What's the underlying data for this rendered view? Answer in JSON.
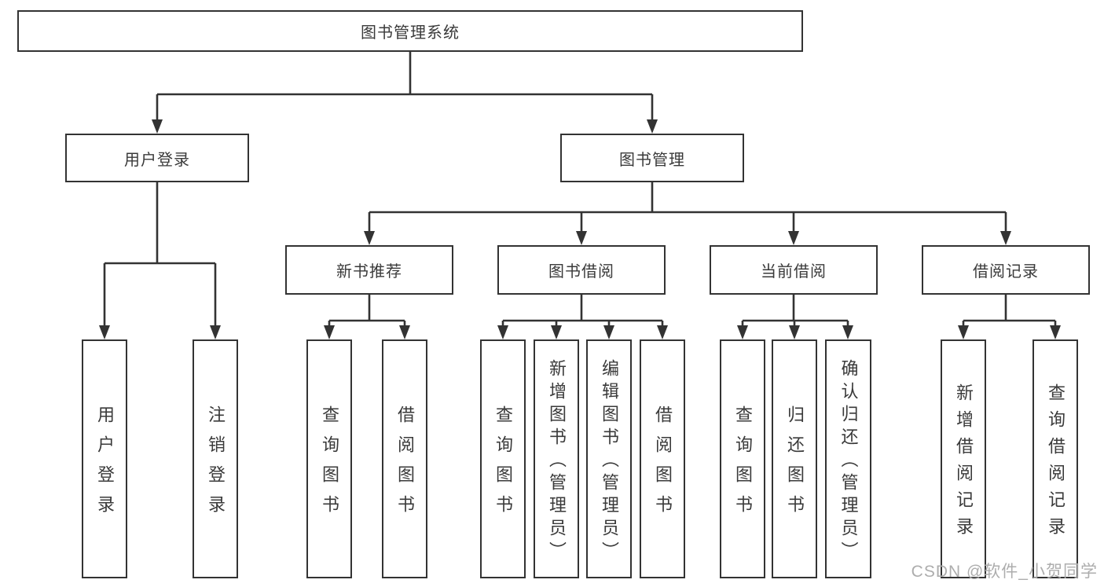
{
  "tree": {
    "root": {
      "label": "图书管理系统"
    },
    "children": [
      {
        "label": "用户登录",
        "children": [
          {
            "label": "用户登录"
          },
          {
            "label": "注销登录"
          }
        ]
      },
      {
        "label": "图书管理",
        "children": [
          {
            "label": "新书推荐",
            "children": [
              {
                "label": "查询图书"
              },
              {
                "label": "借阅图书"
              }
            ]
          },
          {
            "label": "图书借阅",
            "children": [
              {
                "label": "查询图书"
              },
              {
                "label": "新增图书（管理员）"
              },
              {
                "label": "编辑图书（管理员）"
              },
              {
                "label": "借阅图书"
              }
            ]
          },
          {
            "label": "当前借阅",
            "children": [
              {
                "label": "查询图书"
              },
              {
                "label": "归还图书"
              },
              {
                "label": "确认归还（管理员）"
              }
            ]
          },
          {
            "label": "借阅记录",
            "children": [
              {
                "label": "新增借阅记录"
              },
              {
                "label": "查询借阅记录"
              }
            ]
          }
        ]
      }
    ]
  },
  "watermark": {
    "text": "CSDN @软件_小贺同学",
    "color": "#adadad"
  },
  "colors": {
    "line": "#333333",
    "box_border": "#333333",
    "text": "#3a3a3a",
    "background": "#ffffff"
  }
}
